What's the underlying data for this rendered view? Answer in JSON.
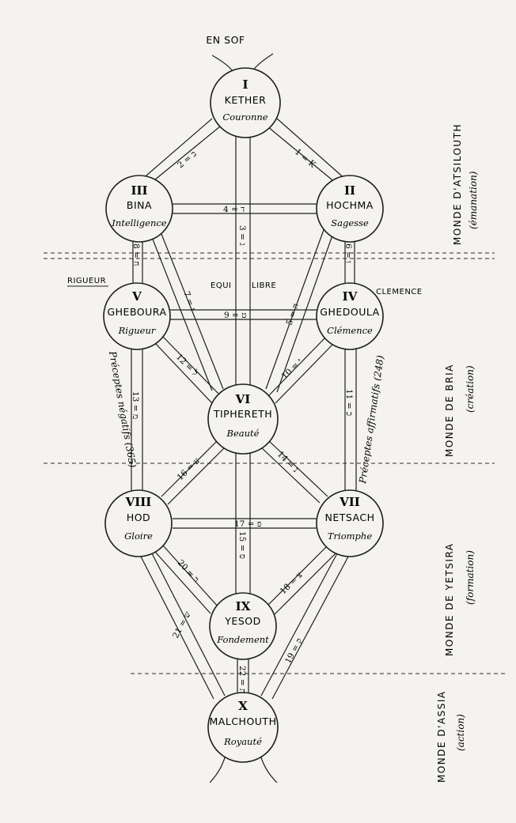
{
  "top_label": "EN SOF",
  "sephiroth": [
    {
      "id": "kether",
      "num": "I",
      "name": "KETHER",
      "sub": "Couronne"
    },
    {
      "id": "hochma",
      "num": "II",
      "name": "HOCHMA",
      "sub": "Sagesse"
    },
    {
      "id": "bina",
      "num": "III",
      "name": "BINA",
      "sub": "Intelligence"
    },
    {
      "id": "ghedoula",
      "num": "IV",
      "name": "GHEDOULA",
      "sub": "Clémence"
    },
    {
      "id": "gheboura",
      "num": "V",
      "name": "GHEBOURA",
      "sub": "Rigueur"
    },
    {
      "id": "tiphereth",
      "num": "VI",
      "name": "TIPHERETH",
      "sub": "Beauté"
    },
    {
      "id": "netsach",
      "num": "VII",
      "name": "NETSACH",
      "sub": "Triomphe"
    },
    {
      "id": "hod",
      "num": "VIII",
      "name": "HOD",
      "sub": "Gloire"
    },
    {
      "id": "yesod",
      "num": "IX",
      "name": "YESOD",
      "sub": "Fondement"
    },
    {
      "id": "malchouth",
      "num": "X",
      "name": "MALCHOUTH",
      "sub": "Royauté"
    }
  ],
  "paths": [
    {
      "id": "p1",
      "label": "1 = K"
    },
    {
      "id": "p2",
      "label": "2 = ב"
    },
    {
      "id": "p3",
      "label": "3 = ג"
    },
    {
      "id": "p4",
      "label": "4 = ד"
    },
    {
      "id": "p5",
      "label": "5 = ה"
    },
    {
      "id": "p6",
      "label": "6 = ו"
    },
    {
      "id": "p7",
      "label": "7 = ז"
    },
    {
      "id": "p8",
      "label": "8 = ח"
    },
    {
      "id": "p9",
      "label": "9 = ט"
    },
    {
      "id": "p10",
      "label": "10 = י"
    },
    {
      "id": "p11",
      "label": "11 = כ"
    },
    {
      "id": "p12",
      "label": "12 = ל"
    },
    {
      "id": "p13",
      "label": "13 = מ"
    },
    {
      "id": "p14",
      "label": "14 = נ"
    },
    {
      "id": "p15",
      "label": "15 = ס"
    },
    {
      "id": "p16",
      "label": "16 = ע"
    },
    {
      "id": "p17",
      "label": "17 = פ"
    },
    {
      "id": "p18",
      "label": "18 = צ"
    },
    {
      "id": "p19",
      "label": "19 = ק"
    },
    {
      "id": "p20",
      "label": "20 = ר"
    },
    {
      "id": "p21",
      "label": "21 = ש"
    },
    {
      "id": "p22",
      "label": "22 = ת"
    }
  ],
  "side_labels": {
    "rigueur": "RIGUEUR",
    "clemence": "CLEMENCE",
    "equilibre_left": "EQUI",
    "equilibre_right": "LIBRE",
    "preceptes_negatifs": "Préceptes négatifs (365)",
    "preceptes_affirmatifs": "Préceptes affirmatifs (248)"
  },
  "worlds": [
    {
      "id": "atsilouth",
      "title": "MONDE D'ATSILOUTH",
      "sub": "(émanation)"
    },
    {
      "id": "bria",
      "title": "MONDE DE BRIA",
      "sub": "(création)"
    },
    {
      "id": "yetsira",
      "title": "MONDE DE YETSIRA",
      "sub": "(formation)"
    },
    {
      "id": "assia",
      "title": "MONDE D'ASSIA",
      "sub": "(action)"
    }
  ]
}
